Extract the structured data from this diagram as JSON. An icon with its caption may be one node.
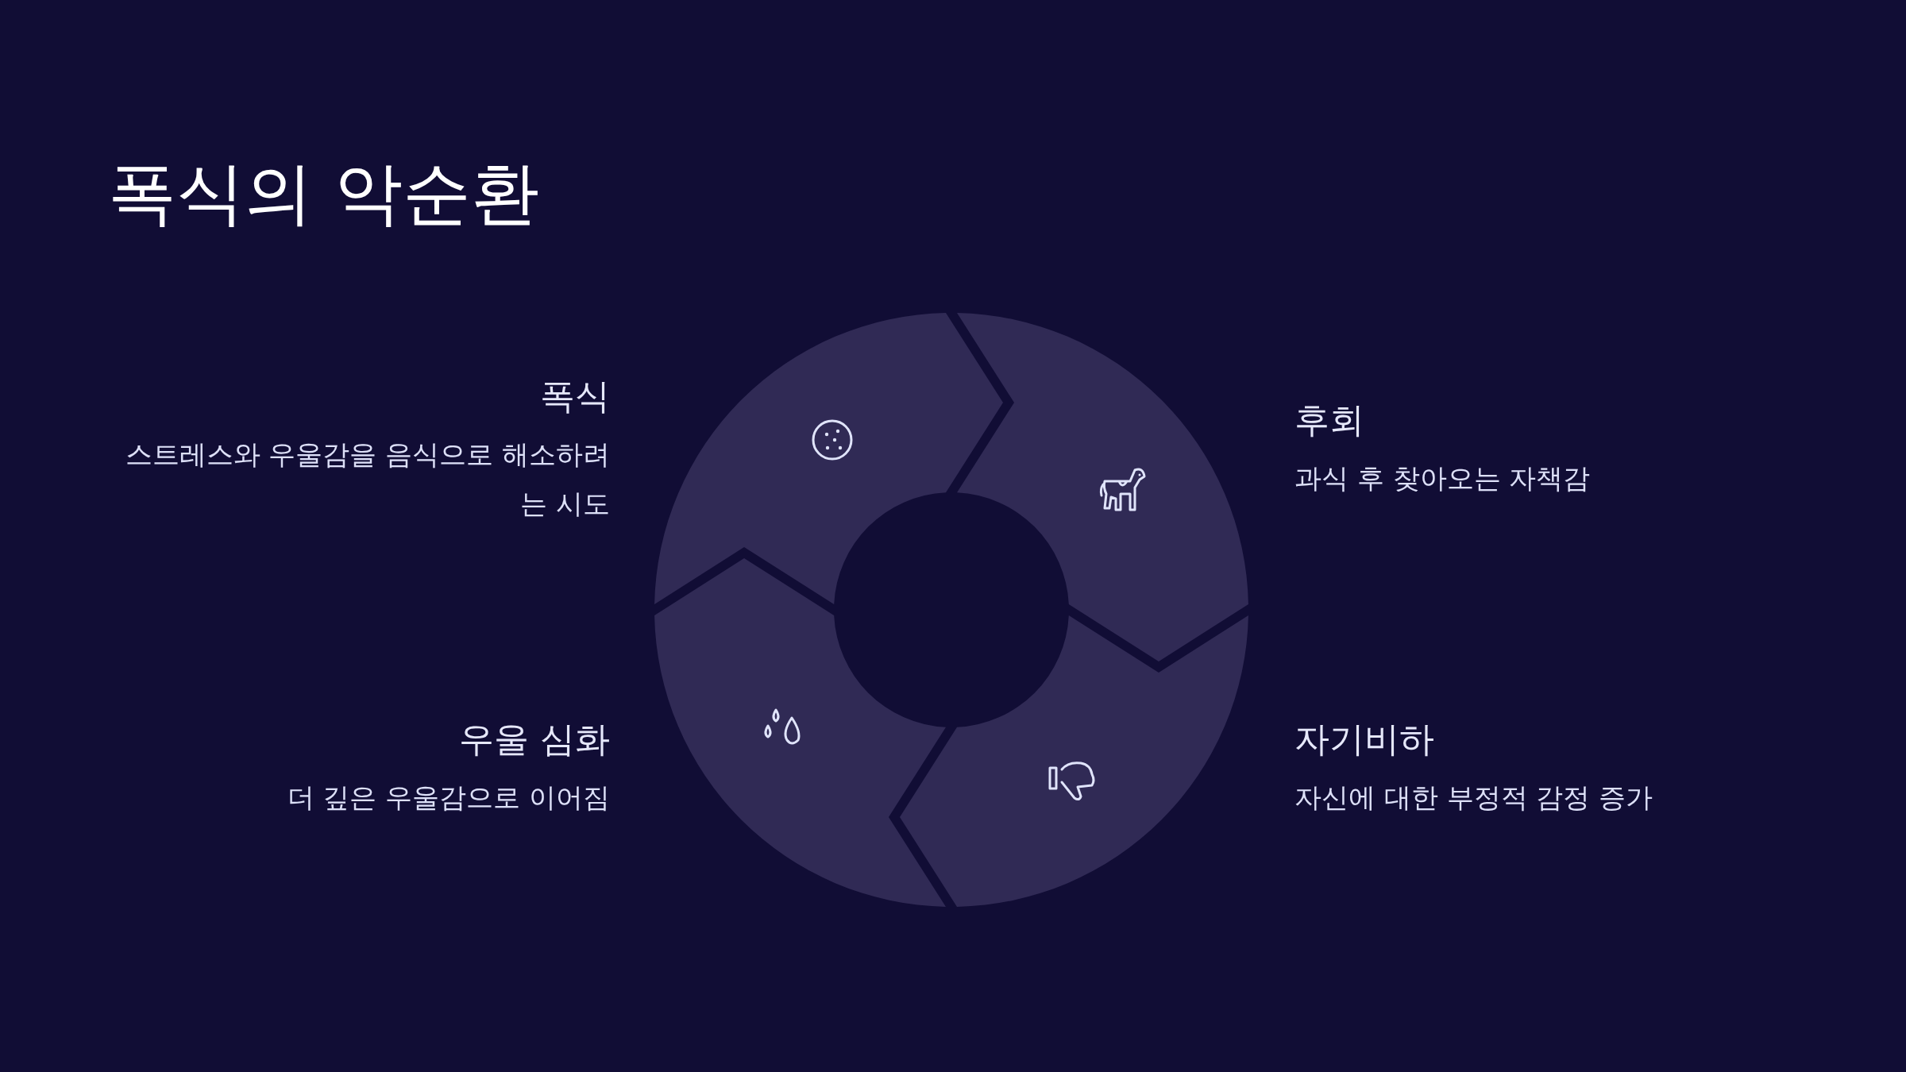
{
  "diagram": {
    "title": "폭식의 악순환",
    "nodes": [
      {
        "text": [
          "폭식",
          "스트레스와 우울감을 음식으로 해소하려는 시도"
        ]
      },
      {
        "text": [
          "후회",
          "과식 후 찾아오는 자책감"
        ]
      },
      {
        "text": [
          "자기비하",
          "자신에 대한 부정적 감정 증가"
        ]
      },
      {
        "text": [
          "우울 심화",
          "더 깊은 우울감으로 이어짐"
        ]
      }
    ]
  }
}
